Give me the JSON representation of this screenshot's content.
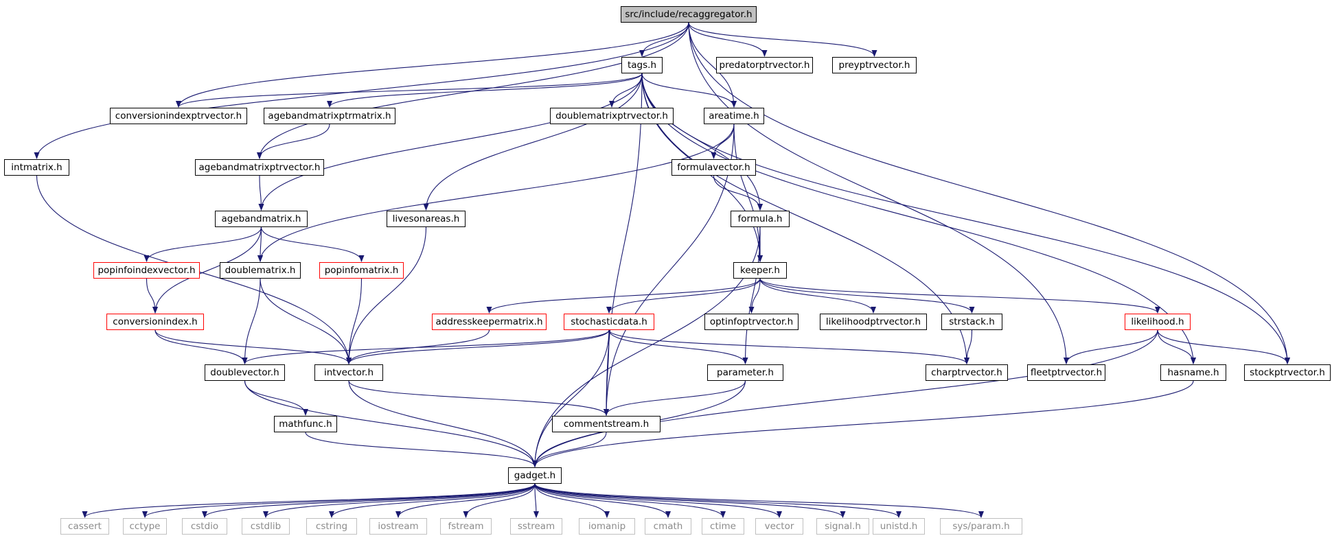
{
  "colors": {
    "edge": "#191970",
    "root_fill": "#bfbfbf",
    "red_border": "#ff0000",
    "gray_border": "#bfbfbf",
    "gray_text": "#8c8c8c"
  },
  "nodes": [
    {
      "id": "root",
      "label": "src/include/recaggregator.h",
      "style": "root"
    },
    {
      "id": "tags",
      "label": "tags.h",
      "style": "normal"
    },
    {
      "id": "predatorptrvector",
      "label": "predatorptrvector.h",
      "style": "normal"
    },
    {
      "id": "preyptrvector",
      "label": "preyptrvector.h",
      "style": "normal"
    },
    {
      "id": "conversionindexptrvector",
      "label": "conversionindexptrvector.h",
      "style": "normal"
    },
    {
      "id": "agebandmatrixptrmatrix",
      "label": "agebandmatrixptrmatrix.h",
      "style": "normal"
    },
    {
      "id": "doublematrixptrvector",
      "label": "doublematrixptrvector.h",
      "style": "normal"
    },
    {
      "id": "areatime",
      "label": "areatime.h",
      "style": "normal"
    },
    {
      "id": "intmatrix",
      "label": "intmatrix.h",
      "style": "normal"
    },
    {
      "id": "agebandmatrixptrvector",
      "label": "agebandmatrixptrvector.h",
      "style": "normal"
    },
    {
      "id": "formulavector",
      "label": "formulavector.h",
      "style": "normal"
    },
    {
      "id": "agebandmatrix",
      "label": "agebandmatrix.h",
      "style": "normal"
    },
    {
      "id": "livesonareas",
      "label": "livesonareas.h",
      "style": "normal"
    },
    {
      "id": "formula",
      "label": "formula.h",
      "style": "normal"
    },
    {
      "id": "popinfoindexvector",
      "label": "popinfoindexvector.h",
      "style": "red"
    },
    {
      "id": "doublematrix",
      "label": "doublematrix.h",
      "style": "normal"
    },
    {
      "id": "popinfomatrix",
      "label": "popinfomatrix.h",
      "style": "red"
    },
    {
      "id": "keeper",
      "label": "keeper.h",
      "style": "normal"
    },
    {
      "id": "conversionindex",
      "label": "conversionindex.h",
      "style": "red"
    },
    {
      "id": "addresskeepermatrix",
      "label": "addresskeepermatrix.h",
      "style": "red"
    },
    {
      "id": "stochasticdata",
      "label": "stochasticdata.h",
      "style": "red"
    },
    {
      "id": "optinfoptrvector",
      "label": "optinfoptrvector.h",
      "style": "normal"
    },
    {
      "id": "likelihoodptrvector",
      "label": "likelihoodptrvector.h",
      "style": "normal"
    },
    {
      "id": "strstack",
      "label": "strstack.h",
      "style": "normal"
    },
    {
      "id": "likelihood",
      "label": "likelihood.h",
      "style": "red"
    },
    {
      "id": "doublevector",
      "label": "doublevector.h",
      "style": "normal"
    },
    {
      "id": "intvector",
      "label": "intvector.h",
      "style": "normal"
    },
    {
      "id": "parameter",
      "label": "parameter.h",
      "style": "normal"
    },
    {
      "id": "charptrvector",
      "label": "charptrvector.h",
      "style": "normal"
    },
    {
      "id": "fleetptrvector",
      "label": "fleetptrvector.h",
      "style": "normal"
    },
    {
      "id": "hasname",
      "label": "hasname.h",
      "style": "normal"
    },
    {
      "id": "stockptrvector",
      "label": "stockptrvector.h",
      "style": "normal"
    },
    {
      "id": "mathfunc",
      "label": "mathfunc.h",
      "style": "normal"
    },
    {
      "id": "commentstream",
      "label": "commentstream.h",
      "style": "normal"
    },
    {
      "id": "gadget",
      "label": "gadget.h",
      "style": "normal"
    },
    {
      "id": "cassert",
      "label": "cassert",
      "style": "gray"
    },
    {
      "id": "cctype",
      "label": "cctype",
      "style": "gray"
    },
    {
      "id": "cstdio",
      "label": "cstdio",
      "style": "gray"
    },
    {
      "id": "cstdlib",
      "label": "cstdlib",
      "style": "gray"
    },
    {
      "id": "cstring",
      "label": "cstring",
      "style": "gray"
    },
    {
      "id": "iostream",
      "label": "iostream",
      "style": "gray"
    },
    {
      "id": "fstream",
      "label": "fstream",
      "style": "gray"
    },
    {
      "id": "sstream",
      "label": "sstream",
      "style": "gray"
    },
    {
      "id": "iomanip",
      "label": "iomanip",
      "style": "gray"
    },
    {
      "id": "cmath",
      "label": "cmath",
      "style": "gray"
    },
    {
      "id": "ctime",
      "label": "ctime",
      "style": "gray"
    },
    {
      "id": "vector",
      "label": "vector",
      "style": "gray"
    },
    {
      "id": "signal",
      "label": "signal.h",
      "style": "gray"
    },
    {
      "id": "unistd",
      "label": "unistd.h",
      "style": "gray"
    },
    {
      "id": "sysparam",
      "label": "sys/param.h",
      "style": "gray"
    }
  ],
  "edges": [
    [
      "root",
      "tags"
    ],
    [
      "root",
      "predatorptrvector"
    ],
    [
      "root",
      "preyptrvector"
    ],
    [
      "root",
      "conversionindexptrvector"
    ],
    [
      "root",
      "agebandmatrixptrvector"
    ],
    [
      "root",
      "areatime"
    ],
    [
      "root",
      "intmatrix"
    ],
    [
      "root",
      "fleetptrvector"
    ],
    [
      "root",
      "stockptrvector"
    ],
    [
      "tags",
      "conversionindexptrvector"
    ],
    [
      "tags",
      "agebandmatrixptrmatrix"
    ],
    [
      "tags",
      "doublematrixptrvector"
    ],
    [
      "tags",
      "areatime"
    ],
    [
      "tags",
      "agebandmatrix"
    ],
    [
      "tags",
      "livesonareas"
    ],
    [
      "tags",
      "formula"
    ],
    [
      "tags",
      "keeper"
    ],
    [
      "tags",
      "commentstream"
    ],
    [
      "tags",
      "charptrvector"
    ],
    [
      "tags",
      "hasname"
    ],
    [
      "tags",
      "stockptrvector"
    ],
    [
      "agebandmatrixptrmatrix",
      "agebandmatrixptrvector"
    ],
    [
      "agebandmatrixptrvector",
      "agebandmatrix"
    ],
    [
      "areatime",
      "formulavector"
    ],
    [
      "areatime",
      "keeper"
    ],
    [
      "areatime",
      "doublematrix"
    ],
    [
      "areatime",
      "commentstream"
    ],
    [
      "formulavector",
      "formula"
    ],
    [
      "formula",
      "keeper"
    ],
    [
      "formula",
      "parameter"
    ],
    [
      "formula",
      "gadget"
    ],
    [
      "intmatrix",
      "intvector"
    ],
    [
      "livesonareas",
      "intvector"
    ],
    [
      "agebandmatrix",
      "popinfoindexvector"
    ],
    [
      "agebandmatrix",
      "doublematrix"
    ],
    [
      "agebandmatrix",
      "popinfomatrix"
    ],
    [
      "agebandmatrix",
      "conversionindex"
    ],
    [
      "popinfoindexvector",
      "conversionindex"
    ],
    [
      "conversionindex",
      "doublevector"
    ],
    [
      "conversionindex",
      "intvector"
    ],
    [
      "doublematrix",
      "doublevector"
    ],
    [
      "doublematrix",
      "intvector"
    ],
    [
      "popinfomatrix",
      "intvector"
    ],
    [
      "keeper",
      "addresskeepermatrix"
    ],
    [
      "keeper",
      "stochasticdata"
    ],
    [
      "keeper",
      "optinfoptrvector"
    ],
    [
      "keeper",
      "likelihoodptrvector"
    ],
    [
      "keeper",
      "strstack"
    ],
    [
      "keeper",
      "likelihood"
    ],
    [
      "addresskeepermatrix",
      "intvector"
    ],
    [
      "stochasticdata",
      "doublevector"
    ],
    [
      "stochasticdata",
      "intvector"
    ],
    [
      "stochasticdata",
      "parameter"
    ],
    [
      "stochasticdata",
      "charptrvector"
    ],
    [
      "stochasticdata",
      "commentstream"
    ],
    [
      "stochasticdata",
      "gadget"
    ],
    [
      "strstack",
      "charptrvector"
    ],
    [
      "likelihood",
      "fleetptrvector"
    ],
    [
      "likelihood",
      "hasname"
    ],
    [
      "likelihood",
      "stockptrvector"
    ],
    [
      "likelihood",
      "gadget"
    ],
    [
      "doublevector",
      "mathfunc"
    ],
    [
      "doublevector",
      "gadget"
    ],
    [
      "intvector",
      "commentstream"
    ],
    [
      "intvector",
      "gadget"
    ],
    [
      "parameter",
      "commentstream"
    ],
    [
      "parameter",
      "gadget"
    ],
    [
      "mathfunc",
      "gadget"
    ],
    [
      "commentstream",
      "gadget"
    ],
    [
      "hasname",
      "gadget"
    ],
    [
      "gadget",
      "cassert"
    ],
    [
      "gadget",
      "cctype"
    ],
    [
      "gadget",
      "cstdio"
    ],
    [
      "gadget",
      "cstdlib"
    ],
    [
      "gadget",
      "cstring"
    ],
    [
      "gadget",
      "iostream"
    ],
    [
      "gadget",
      "fstream"
    ],
    [
      "gadget",
      "sstream"
    ],
    [
      "gadget",
      "iomanip"
    ],
    [
      "gadget",
      "cmath"
    ],
    [
      "gadget",
      "ctime"
    ],
    [
      "gadget",
      "vector"
    ],
    [
      "gadget",
      "signal"
    ],
    [
      "gadget",
      "unistd"
    ],
    [
      "gadget",
      "sysparam"
    ]
  ]
}
